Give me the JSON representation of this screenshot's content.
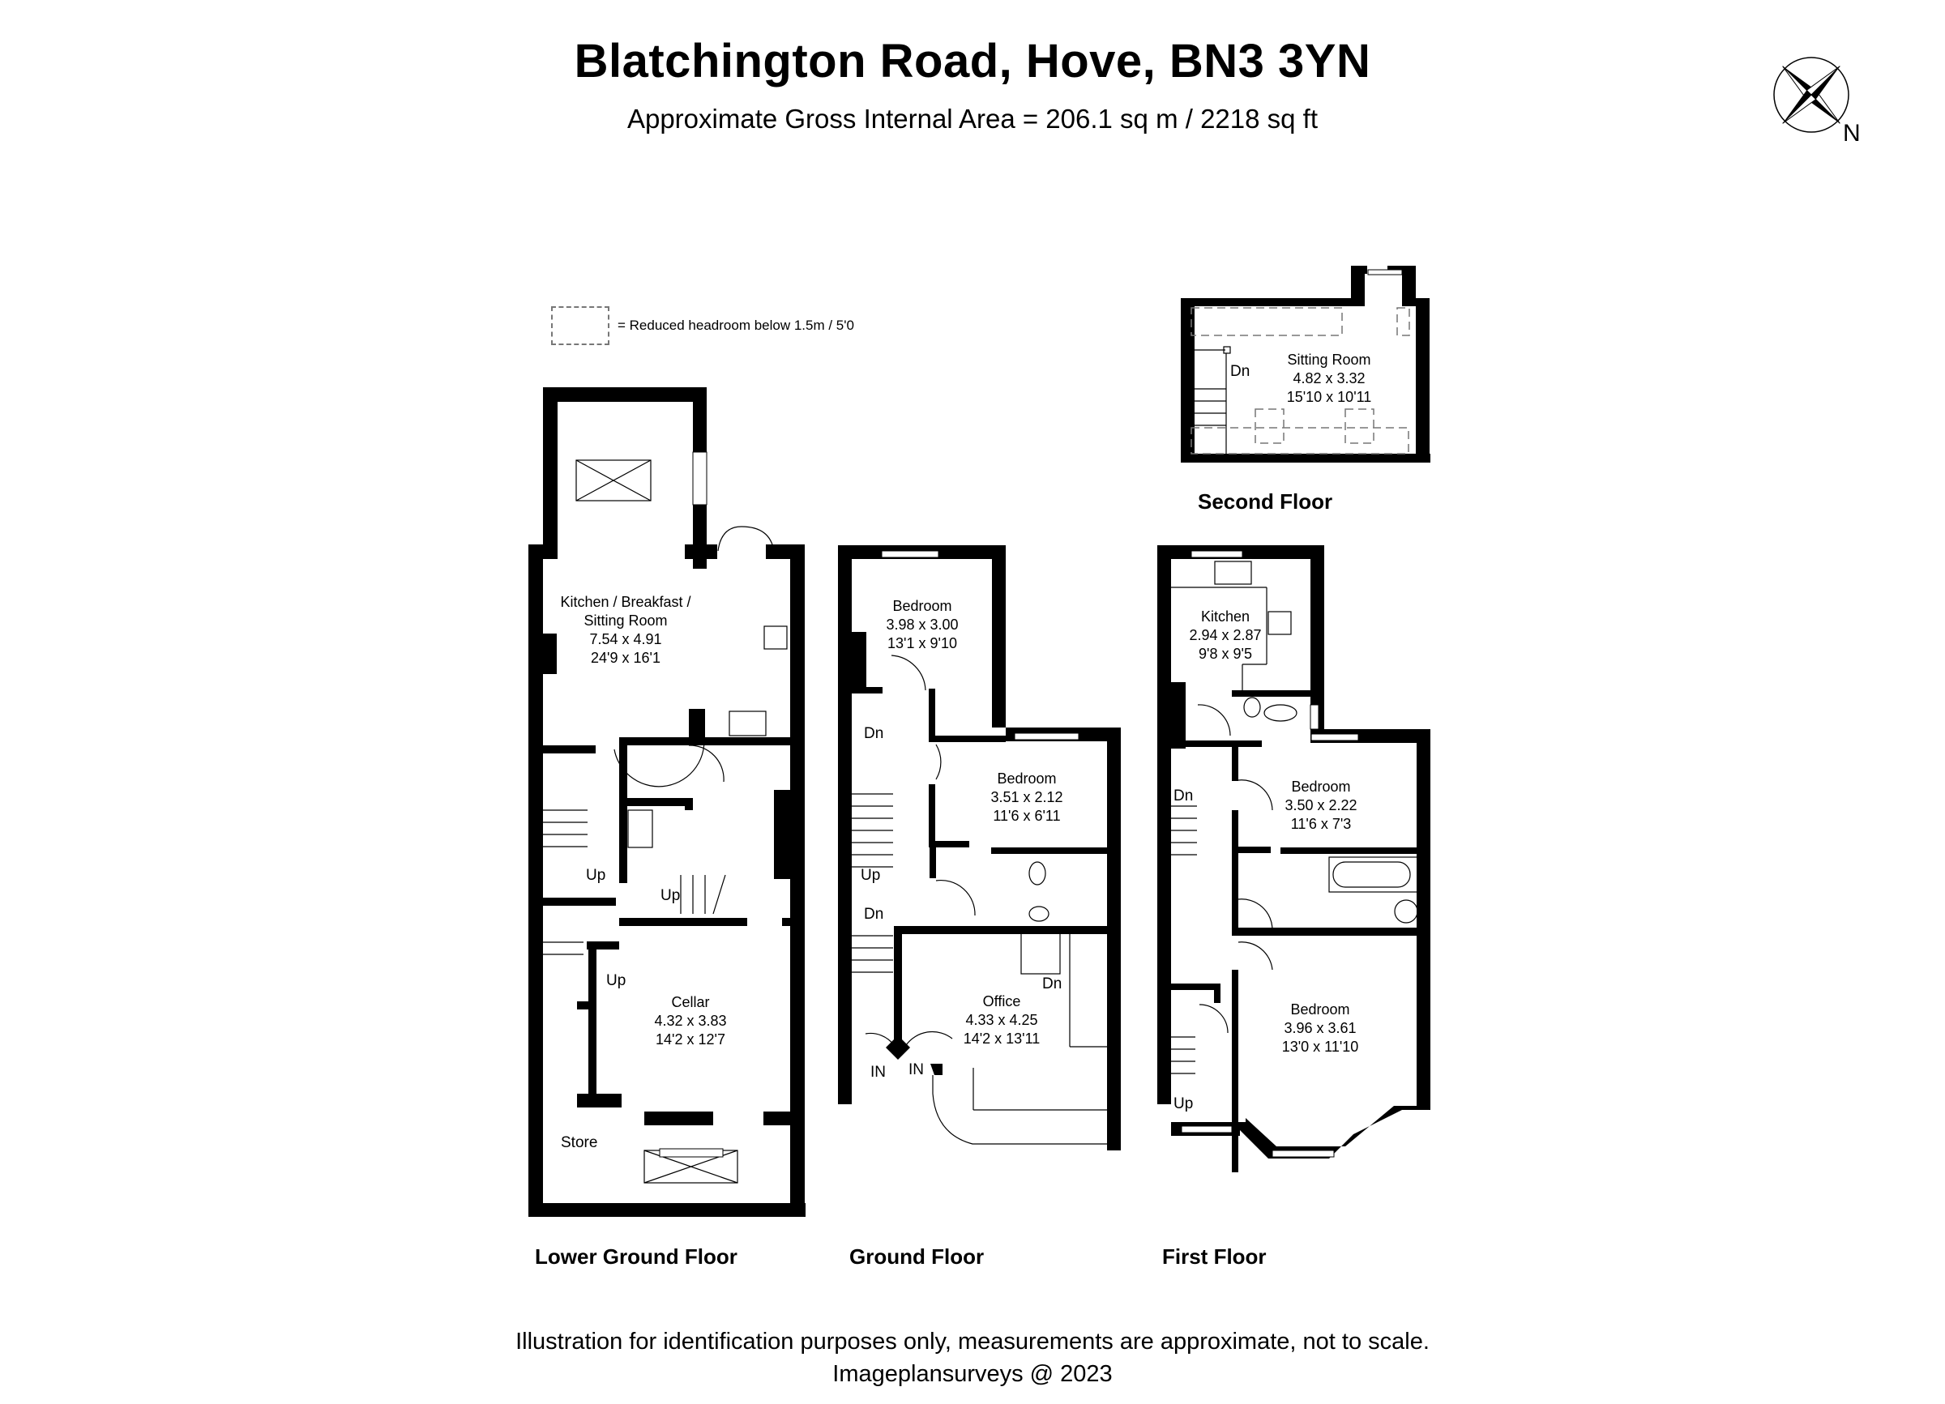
{
  "header": {
    "title": "Blatchington Road, Hove, BN3 3YN",
    "area": "Approximate Gross Internal Area = 206.1 sq m / 2218 sq ft"
  },
  "compass": {
    "icon": "north-compass-icon",
    "label": "N"
  },
  "legend": {
    "icon": "dashed-rectangle-icon",
    "text": "= Reduced headroom below 1.5m / 5'0"
  },
  "floors": {
    "lower_ground": {
      "label": "Lower Ground Floor",
      "rooms": [
        {
          "name": "Kitchen / Breakfast  /",
          "name2": "Sitting Room",
          "metric": "7.54 x 4.91",
          "imperial": "24'9 x 16'1"
        },
        {
          "name": "Cellar",
          "metric": "4.32 x 3.83",
          "imperial": "14'2 x 12'7"
        },
        {
          "name": "Store"
        }
      ],
      "tags": [
        "Up",
        "Up",
        "Up"
      ]
    },
    "ground": {
      "label": "Ground Floor",
      "rooms": [
        {
          "name": "Bedroom",
          "metric": "3.98 x 3.00",
          "imperial": "13'1 x 9'10"
        },
        {
          "name": "Bedroom",
          "metric": "3.51 x 2.12",
          "imperial": "11'6 x 6'11"
        },
        {
          "name": "Office",
          "metric": "4.33 x 4.25",
          "imperial": "14'2 x 13'11"
        }
      ],
      "tags": [
        "Dn",
        "Up",
        "Dn",
        "Dn",
        "IN",
        "IN"
      ]
    },
    "first": {
      "label": "First Floor",
      "rooms": [
        {
          "name": "Kitchen",
          "metric": "2.94 x 2.87",
          "imperial": "9'8 x 9'5"
        },
        {
          "name": "Bedroom",
          "metric": "3.50 x 2.22",
          "imperial": "11'6 x 7'3"
        },
        {
          "name": "Bedroom",
          "metric": "3.96 x 3.61",
          "imperial": "13'0 x 11'10"
        }
      ],
      "tags": [
        "Dn",
        "Up"
      ]
    },
    "second": {
      "label": "Second Floor",
      "rooms": [
        {
          "name": "Sitting Room",
          "metric": "4.82 x 3.32",
          "imperial": "15'10 x 10'11"
        }
      ],
      "tags": [
        "Dn"
      ]
    }
  },
  "footer": {
    "disclaimer": "Illustration for identification purposes only, measurements are approximate, not to scale.",
    "credit": "Imageplansurveys @ 2023"
  },
  "colors": {
    "wall": "#000000",
    "background": "#ffffff",
    "dashed": "#777777"
  }
}
